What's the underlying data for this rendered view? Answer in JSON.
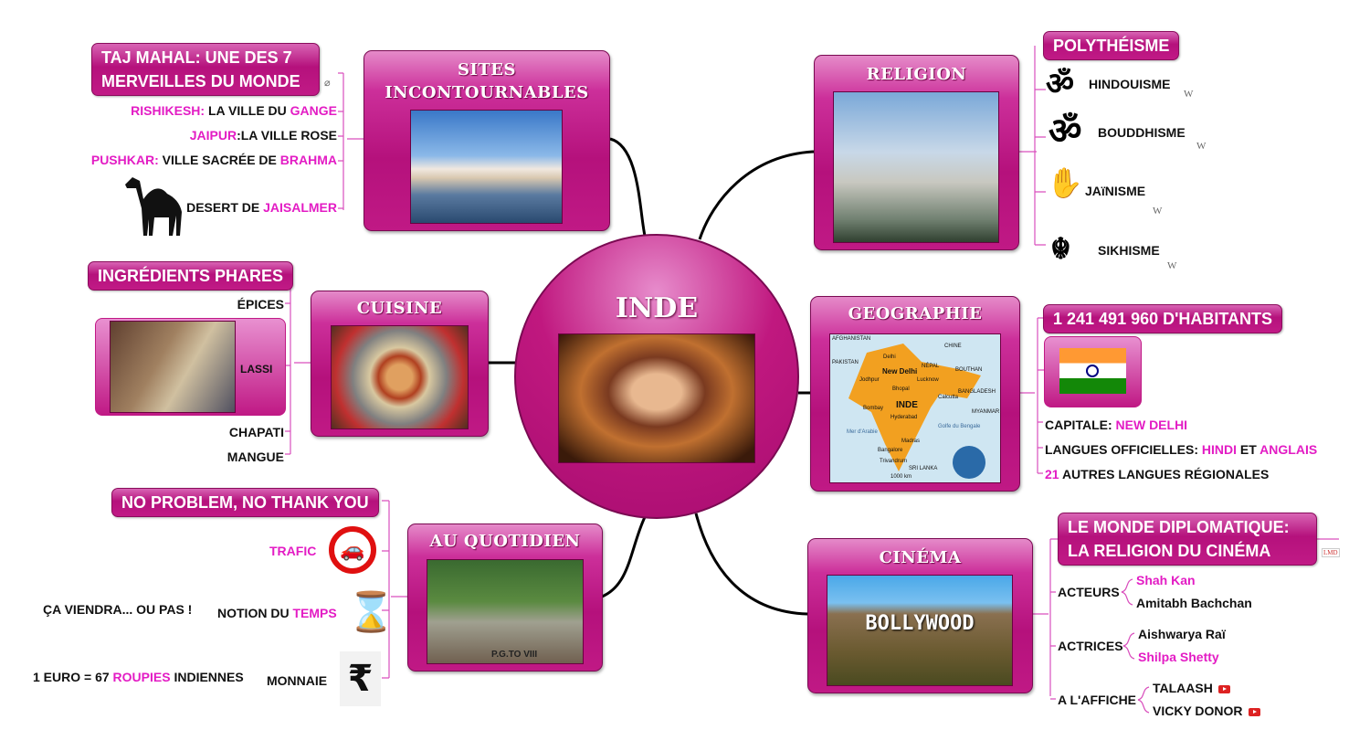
{
  "center": {
    "title": "INDE"
  },
  "topics": {
    "sites": {
      "title_1": "SITES",
      "title_2": "INCONTOURNABLES",
      "pill_1": "TAJ MAHAL: UNE DES 7",
      "pill_2": "MERVEILLES DU MONDE",
      "items": [
        [
          "RISHIKESH:",
          " LA VILLE DU ",
          "GANGE"
        ],
        [
          "JAIPUR",
          ":LA VILLE ROSE"
        ],
        [
          "PUSHKAR:",
          " VILLE SACRÉE DE ",
          "BRAHMA"
        ],
        [
          "DESERT DE ",
          "JAISALMER"
        ]
      ]
    },
    "religion": {
      "title": "RELIGION",
      "pill": "POLYTHÉISME",
      "items": [
        "HINDOUISME",
        "BOUDDHISME",
        "JAïNISME",
        "SIKHISME"
      ],
      "wiki": "W"
    },
    "cuisine": {
      "title": "CUISINE",
      "pill": "INGRÉDIENTS PHARES",
      "items": [
        "ÉPICES",
        "LASSI",
        "CHAPATI",
        "MANGUE"
      ]
    },
    "geographie": {
      "title": "GEOGRAPHIE",
      "pill": "1 241 491 960 D'HABITANTS",
      "map_labels": [
        "AFGHANISTAN",
        "CHINE",
        "PAKISTAN",
        "New Delhi",
        "NÉPAL",
        "BOUTHAN",
        "Delhi",
        "Jodhpur",
        "Lucknow",
        "Bhopal",
        "Calcutta",
        "INDE",
        "Bombay",
        "Hyderabad",
        "Mer d'Arabie",
        "Golfe du Bengale",
        "Madras",
        "Bangalore",
        "Trivandrum",
        "SRI LANKA",
        "1000 km",
        "MYANMAR",
        "BANGLADESH"
      ],
      "capitale": [
        "CAPITALE: ",
        "NEW DELHI"
      ],
      "langues": [
        "LANGUES OFFICIELLES: ",
        "HINDI",
        " ET ",
        "ANGLAIS"
      ],
      "regionales": [
        "21",
        " AUTRES LANGUES RÉGIONALES"
      ]
    },
    "quotidien": {
      "title": "AU QUOTIDIEN",
      "pill": "NO PROBLEM, NO THANK YOU",
      "trafic": "TRAFIC",
      "temps": [
        "NOTION DU ",
        "TEMPS"
      ],
      "temps_note": "ÇA VIENDRA... OU PAS !",
      "monnaie": "MONNAIE",
      "monnaie_note": [
        "1 EURO = 67 ",
        "ROUPIES",
        " INDIENNES"
      ],
      "rupee": "₹",
      "sign_text": "P.G.TO VIII"
    },
    "cinema": {
      "title": "CINÉMA",
      "pill_1": "LE MONDE DIPLOMATIQUE:",
      "pill_2": "LA RELIGION DU CINÉMA",
      "sign": "BOLLYWOOD",
      "lmd": "LMD",
      "acteurs": "ACTEURS",
      "acteurs_list": [
        "Shah Kan",
        "Amitabh Bachchan"
      ],
      "actrices": "ACTRICES",
      "actrices_list": [
        "Aishwarya Raï",
        "Shilpa Shetty"
      ],
      "affiche": "A L'AFFICHE",
      "affiche_list": [
        "TALAASH",
        "VICKY DONOR"
      ]
    }
  },
  "colors": {
    "accent": "#e31cc4",
    "topic": "#b5117c"
  }
}
